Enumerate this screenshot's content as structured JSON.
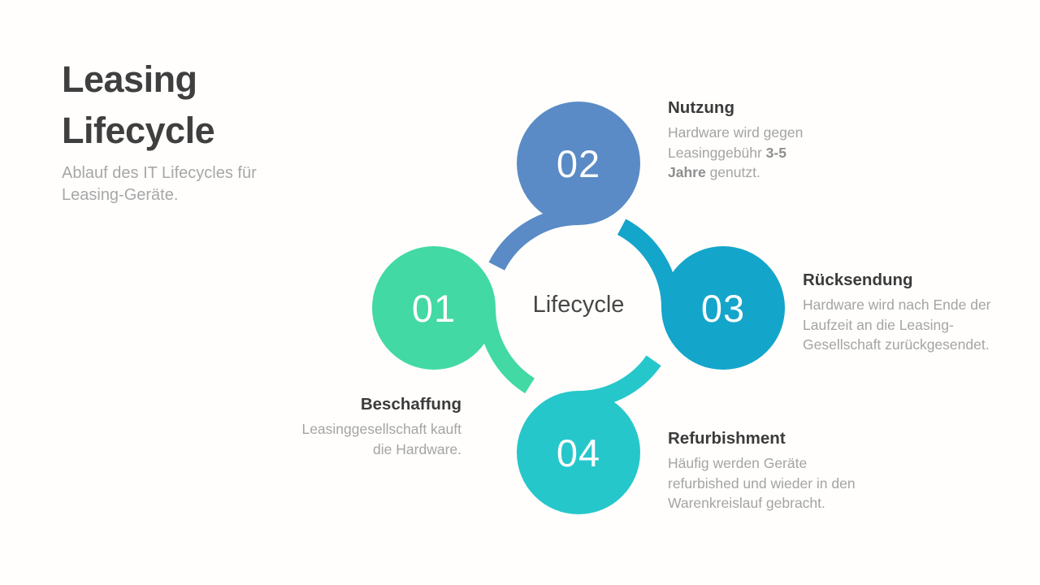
{
  "slide": {
    "title": "Leasing Lifecycle",
    "subtitle": "Ablauf des IT Lifecycles für Leasing-Geräte.",
    "center_label": "Lifecycle"
  },
  "colors": {
    "step_01_green": "#42D9A4",
    "step_02_blue": "#5A8BC6",
    "step_03_cyan": "#14A5CB",
    "step_04_teal": "#26C7CB",
    "heading_dark": "#3B3B3B",
    "body_gray": "#A4A4A4",
    "title_dark": "#3F3F3F",
    "background": "#FFFFFF"
  },
  "steps": [
    {
      "number": "01",
      "label": "Beschaffung",
      "description": "Leasinggesellschaft kauft die Hardware.",
      "color": "#42D9A4",
      "position": "left"
    },
    {
      "number": "02",
      "label": "Nutzung",
      "description_prefix": "Hardware wird gegen Leasinggebühr ",
      "description_bold": "3-5 Jahre",
      "description_suffix": " genutzt.",
      "color": "#5A8BC6",
      "position": "top"
    },
    {
      "number": "03",
      "label": "Rücksendung",
      "description": "Hardware wird nach Ende der Laufzeit an die Leasing-Gesellschaft zurückgesendet.",
      "color": "#14A5CB",
      "position": "right"
    },
    {
      "number": "04",
      "label": "Refurbishment",
      "description": "Häufig werden Geräte refurbished und wieder in den Warenkreislauf gebracht.",
      "color": "#26C7CB",
      "position": "bottom"
    }
  ]
}
